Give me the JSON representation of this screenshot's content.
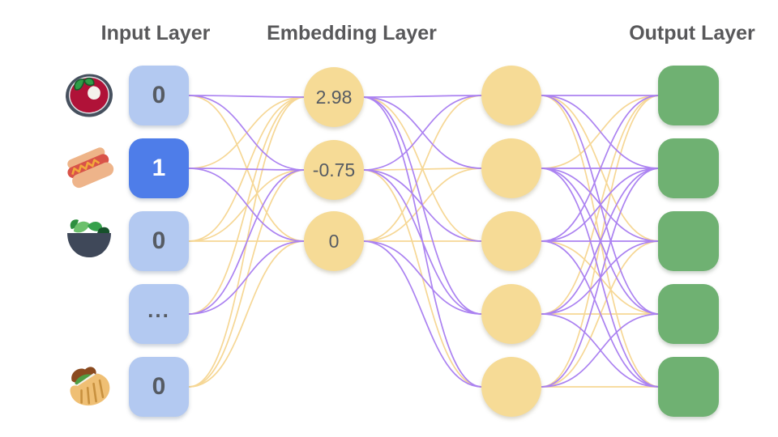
{
  "diagram": {
    "titles": {
      "input": "Input Layer",
      "embedding": "Embedding Layer",
      "output": "Output Layer"
    },
    "input_nodes": [
      {
        "icon": "borscht-soup",
        "value": "0",
        "active": false
      },
      {
        "icon": "hot-dog",
        "value": "1",
        "active": true
      },
      {
        "icon": "green-salad",
        "value": "0",
        "active": false
      },
      {
        "icon": "",
        "value": "...",
        "active": false
      },
      {
        "icon": "stuffed-flatbread",
        "value": "0",
        "active": false
      }
    ],
    "embedding_nodes": [
      "2.98",
      "-0.75",
      "0"
    ],
    "hidden_nodes": 5,
    "output_nodes": 5,
    "colors": {
      "input_node": "#b3c9f1",
      "input_node_active": "#4e7de9",
      "yellow_node": "#f6db96",
      "output_node": "#6fb172",
      "edge_purple": "#ab82f1",
      "edge_yellow": "#f6d795",
      "node_text": "#565b63",
      "active_text": "#ffffff",
      "title_text": "#58585a"
    },
    "edges": {
      "input_to_embedding": [
        [
          "purple",
          "purple",
          "yellow"
        ],
        [
          "yellow",
          "purple",
          "purple"
        ],
        [
          "yellow",
          "yellow",
          "yellow"
        ],
        [
          "yellow",
          "purple",
          "purple"
        ],
        [
          "yellow",
          "yellow",
          "yellow"
        ]
      ],
      "embedding_to_hidden": [
        [
          "purple",
          "purple",
          "yellow",
          "purple",
          "purple"
        ],
        [
          "purple",
          "yellow",
          "purple",
          "purple",
          "yellow"
        ],
        [
          "yellow",
          "yellow",
          "yellow",
          "purple",
          "purple"
        ]
      ],
      "hidden_to_output": [
        [
          "purple",
          "purple",
          "yellow",
          "purple",
          "yellow"
        ],
        [
          "yellow",
          "purple",
          "purple",
          "purple",
          "purple"
        ],
        [
          "purple",
          "purple",
          "purple",
          "yellow",
          "purple"
        ],
        [
          "yellow",
          "purple",
          "purple",
          "yellow",
          "purple"
        ],
        [
          "yellow",
          "purple",
          "yellow",
          "purple",
          "yellow"
        ]
      ]
    }
  }
}
